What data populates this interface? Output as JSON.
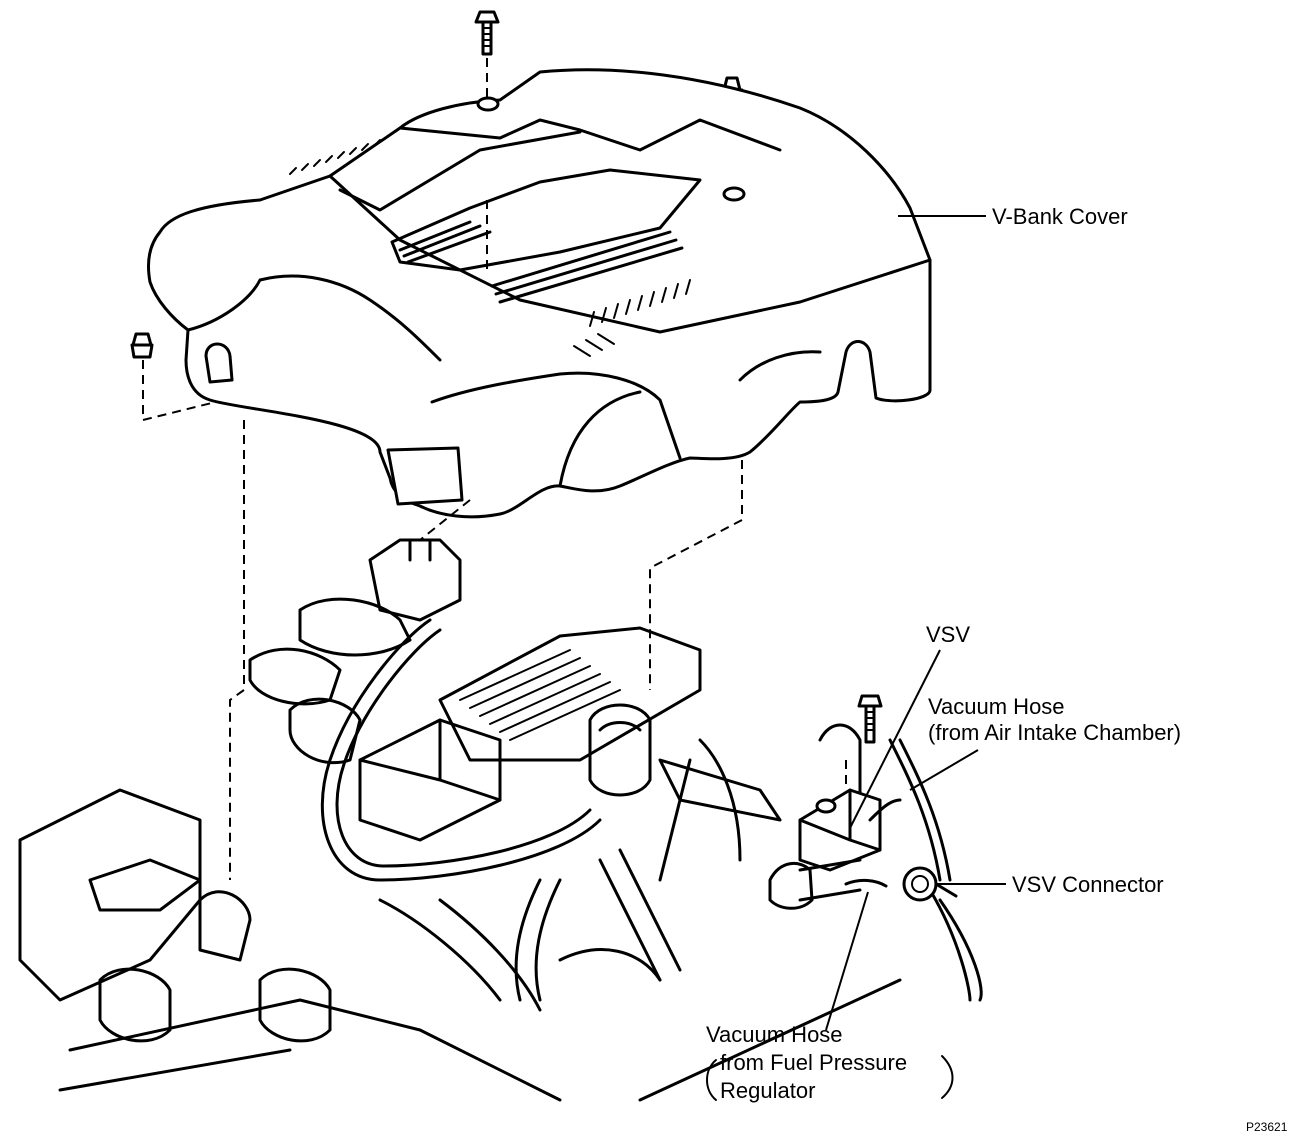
{
  "labels": {
    "v_bank_cover": "V-Bank Cover",
    "vsv": "VSV",
    "vacuum_hose_air_line1": "Vacuum Hose",
    "vacuum_hose_air_line2": "(from Air Intake Chamber)",
    "vsv_connector": "VSV Connector",
    "vacuum_hose_fuel_line1": "Vacuum Hose",
    "vacuum_hose_fuel_line2": "from Fuel Pressure",
    "vacuum_hose_fuel_line3": "Regulator"
  },
  "figure_id": "P23621"
}
